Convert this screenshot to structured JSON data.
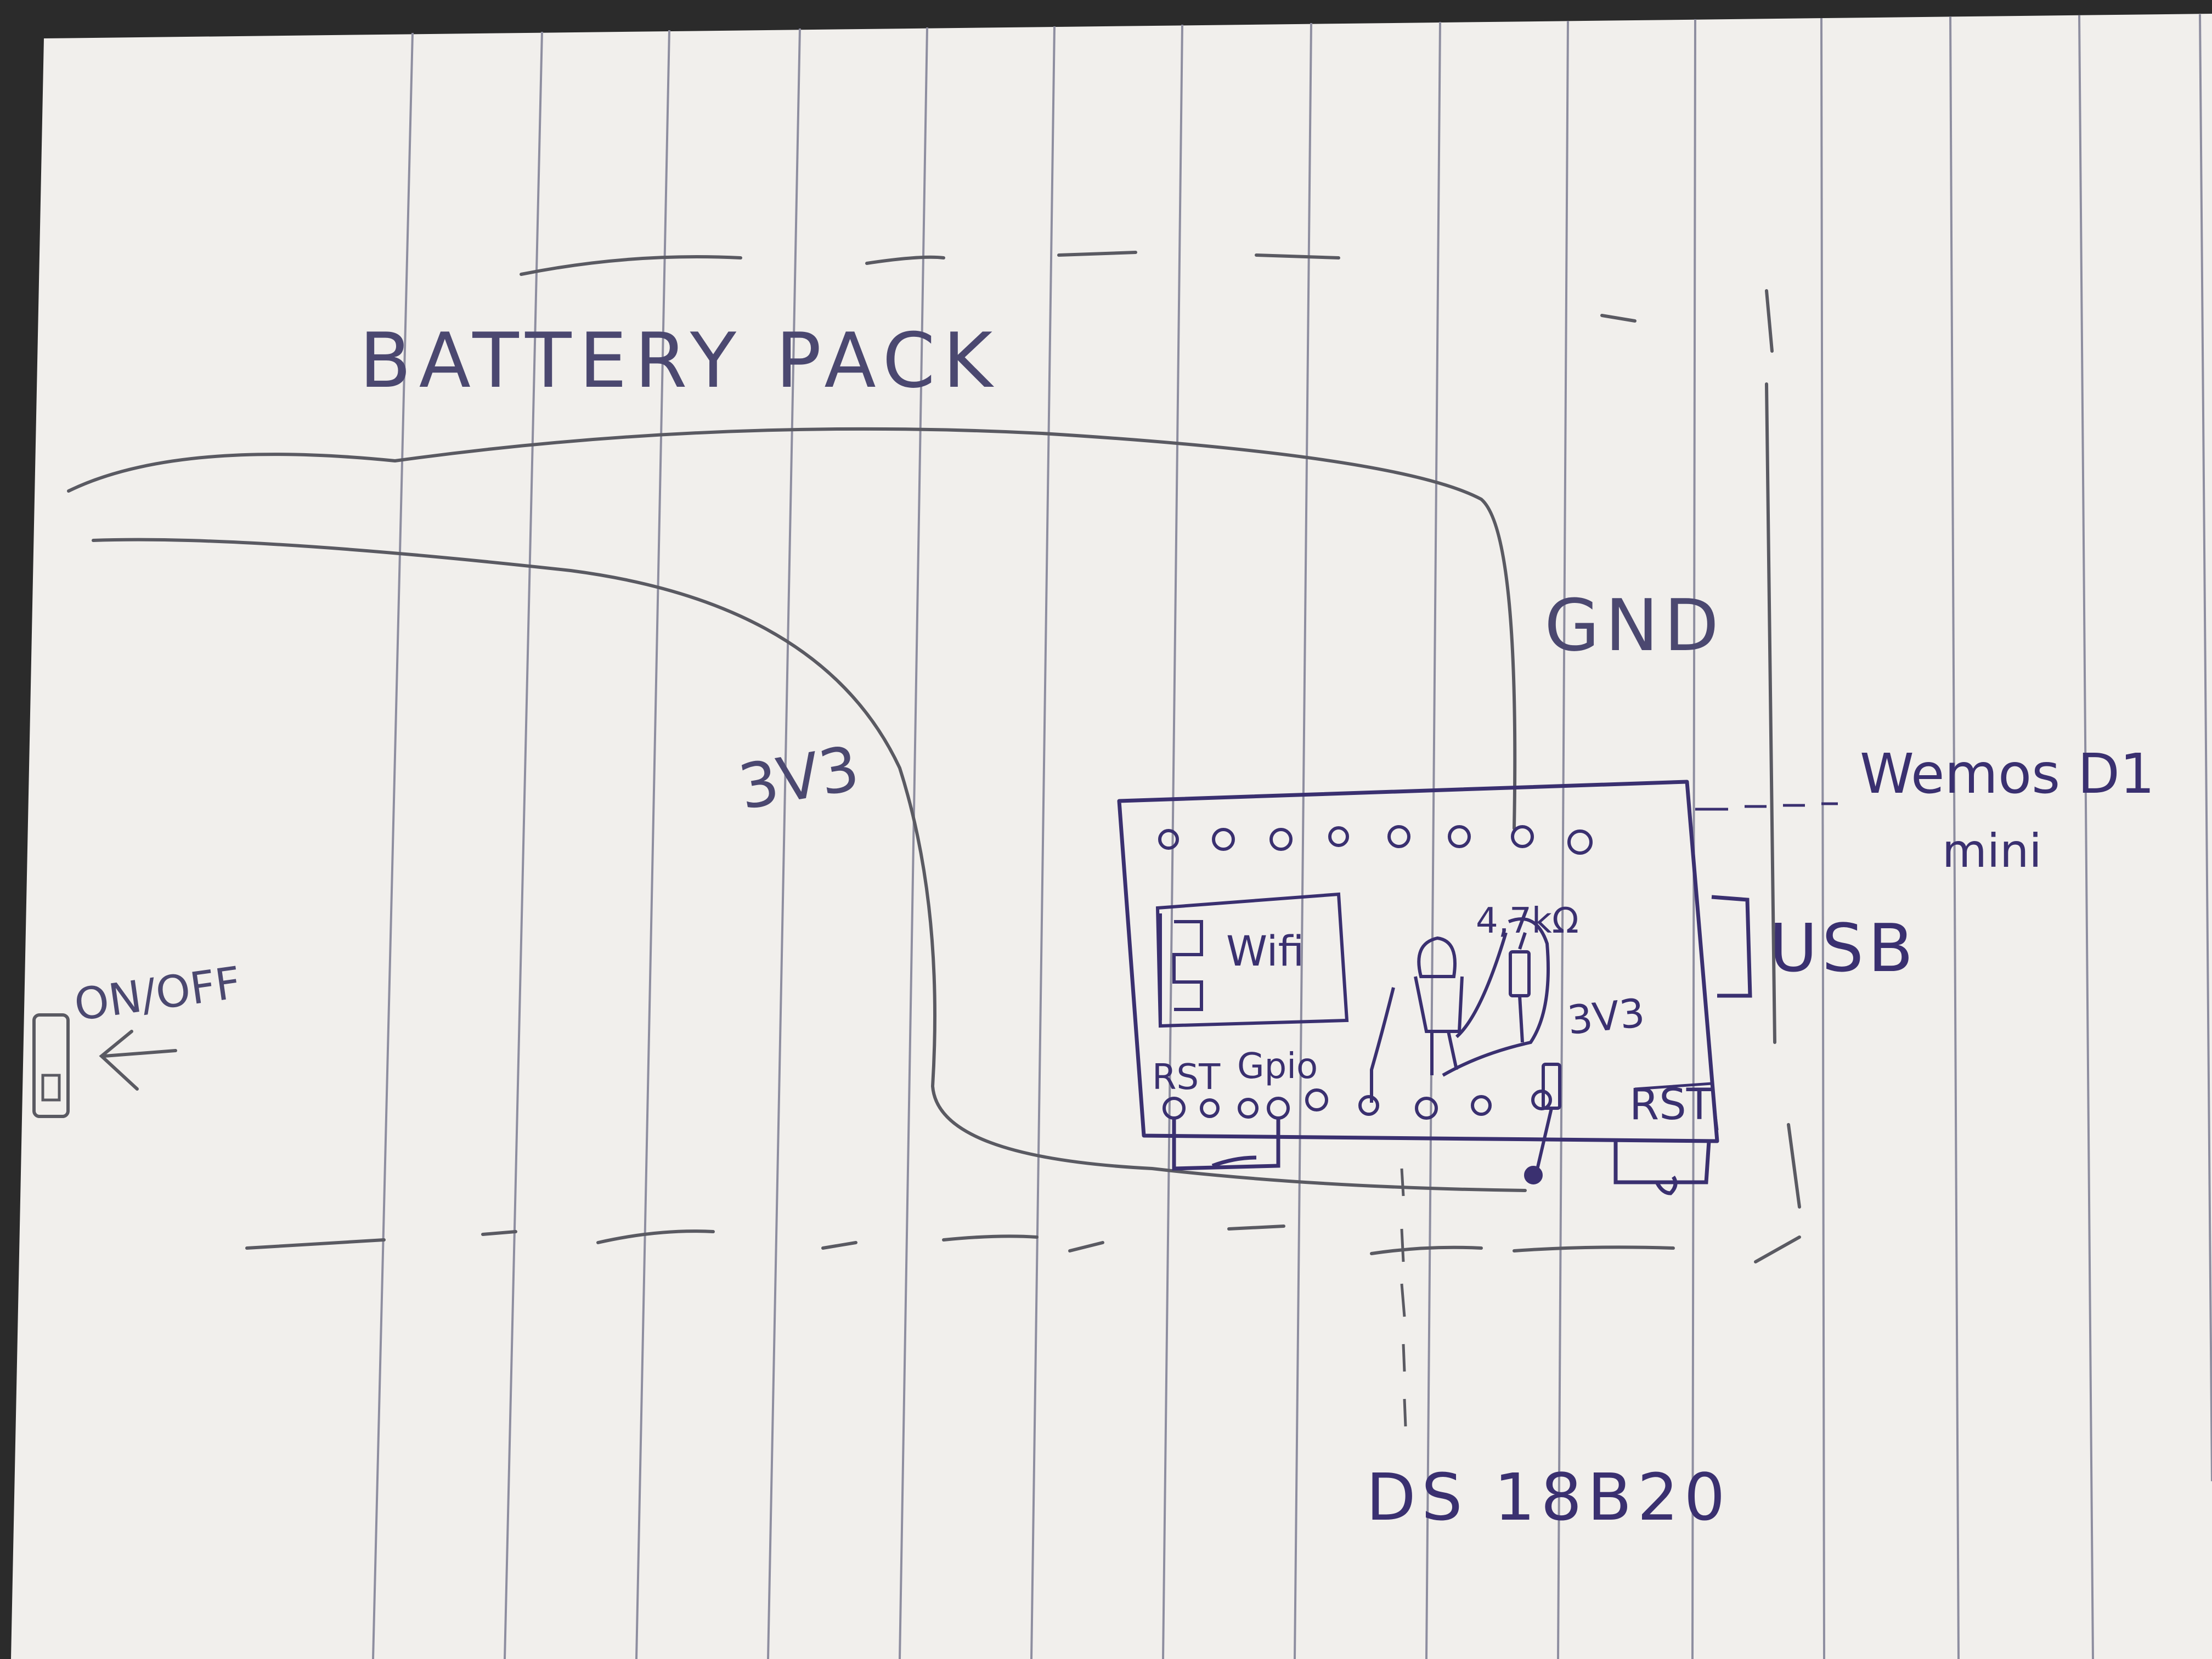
{
  "photo": {
    "background_color": "#2a2a2a",
    "paper_color": "#f1efec",
    "ruling_color": "#8e8ea0",
    "pencil_color": "#5a5a62",
    "pen_color": "#3a3070"
  },
  "labels": {
    "battery_pack": "BATTERY PACK",
    "gnd": "GND",
    "v33_wire": "3V3",
    "board_name_line1": "Wemos D1",
    "board_name_line2": "mini",
    "usb": "USB",
    "on_off": "ON/OFF",
    "wifi": "Wifi",
    "resistor": "4,7kΩ",
    "v33_board": "3V3",
    "rst_left": "RST",
    "gpio": "Gpio",
    "rst_right": "RST",
    "sensor": "DS 18B20"
  }
}
